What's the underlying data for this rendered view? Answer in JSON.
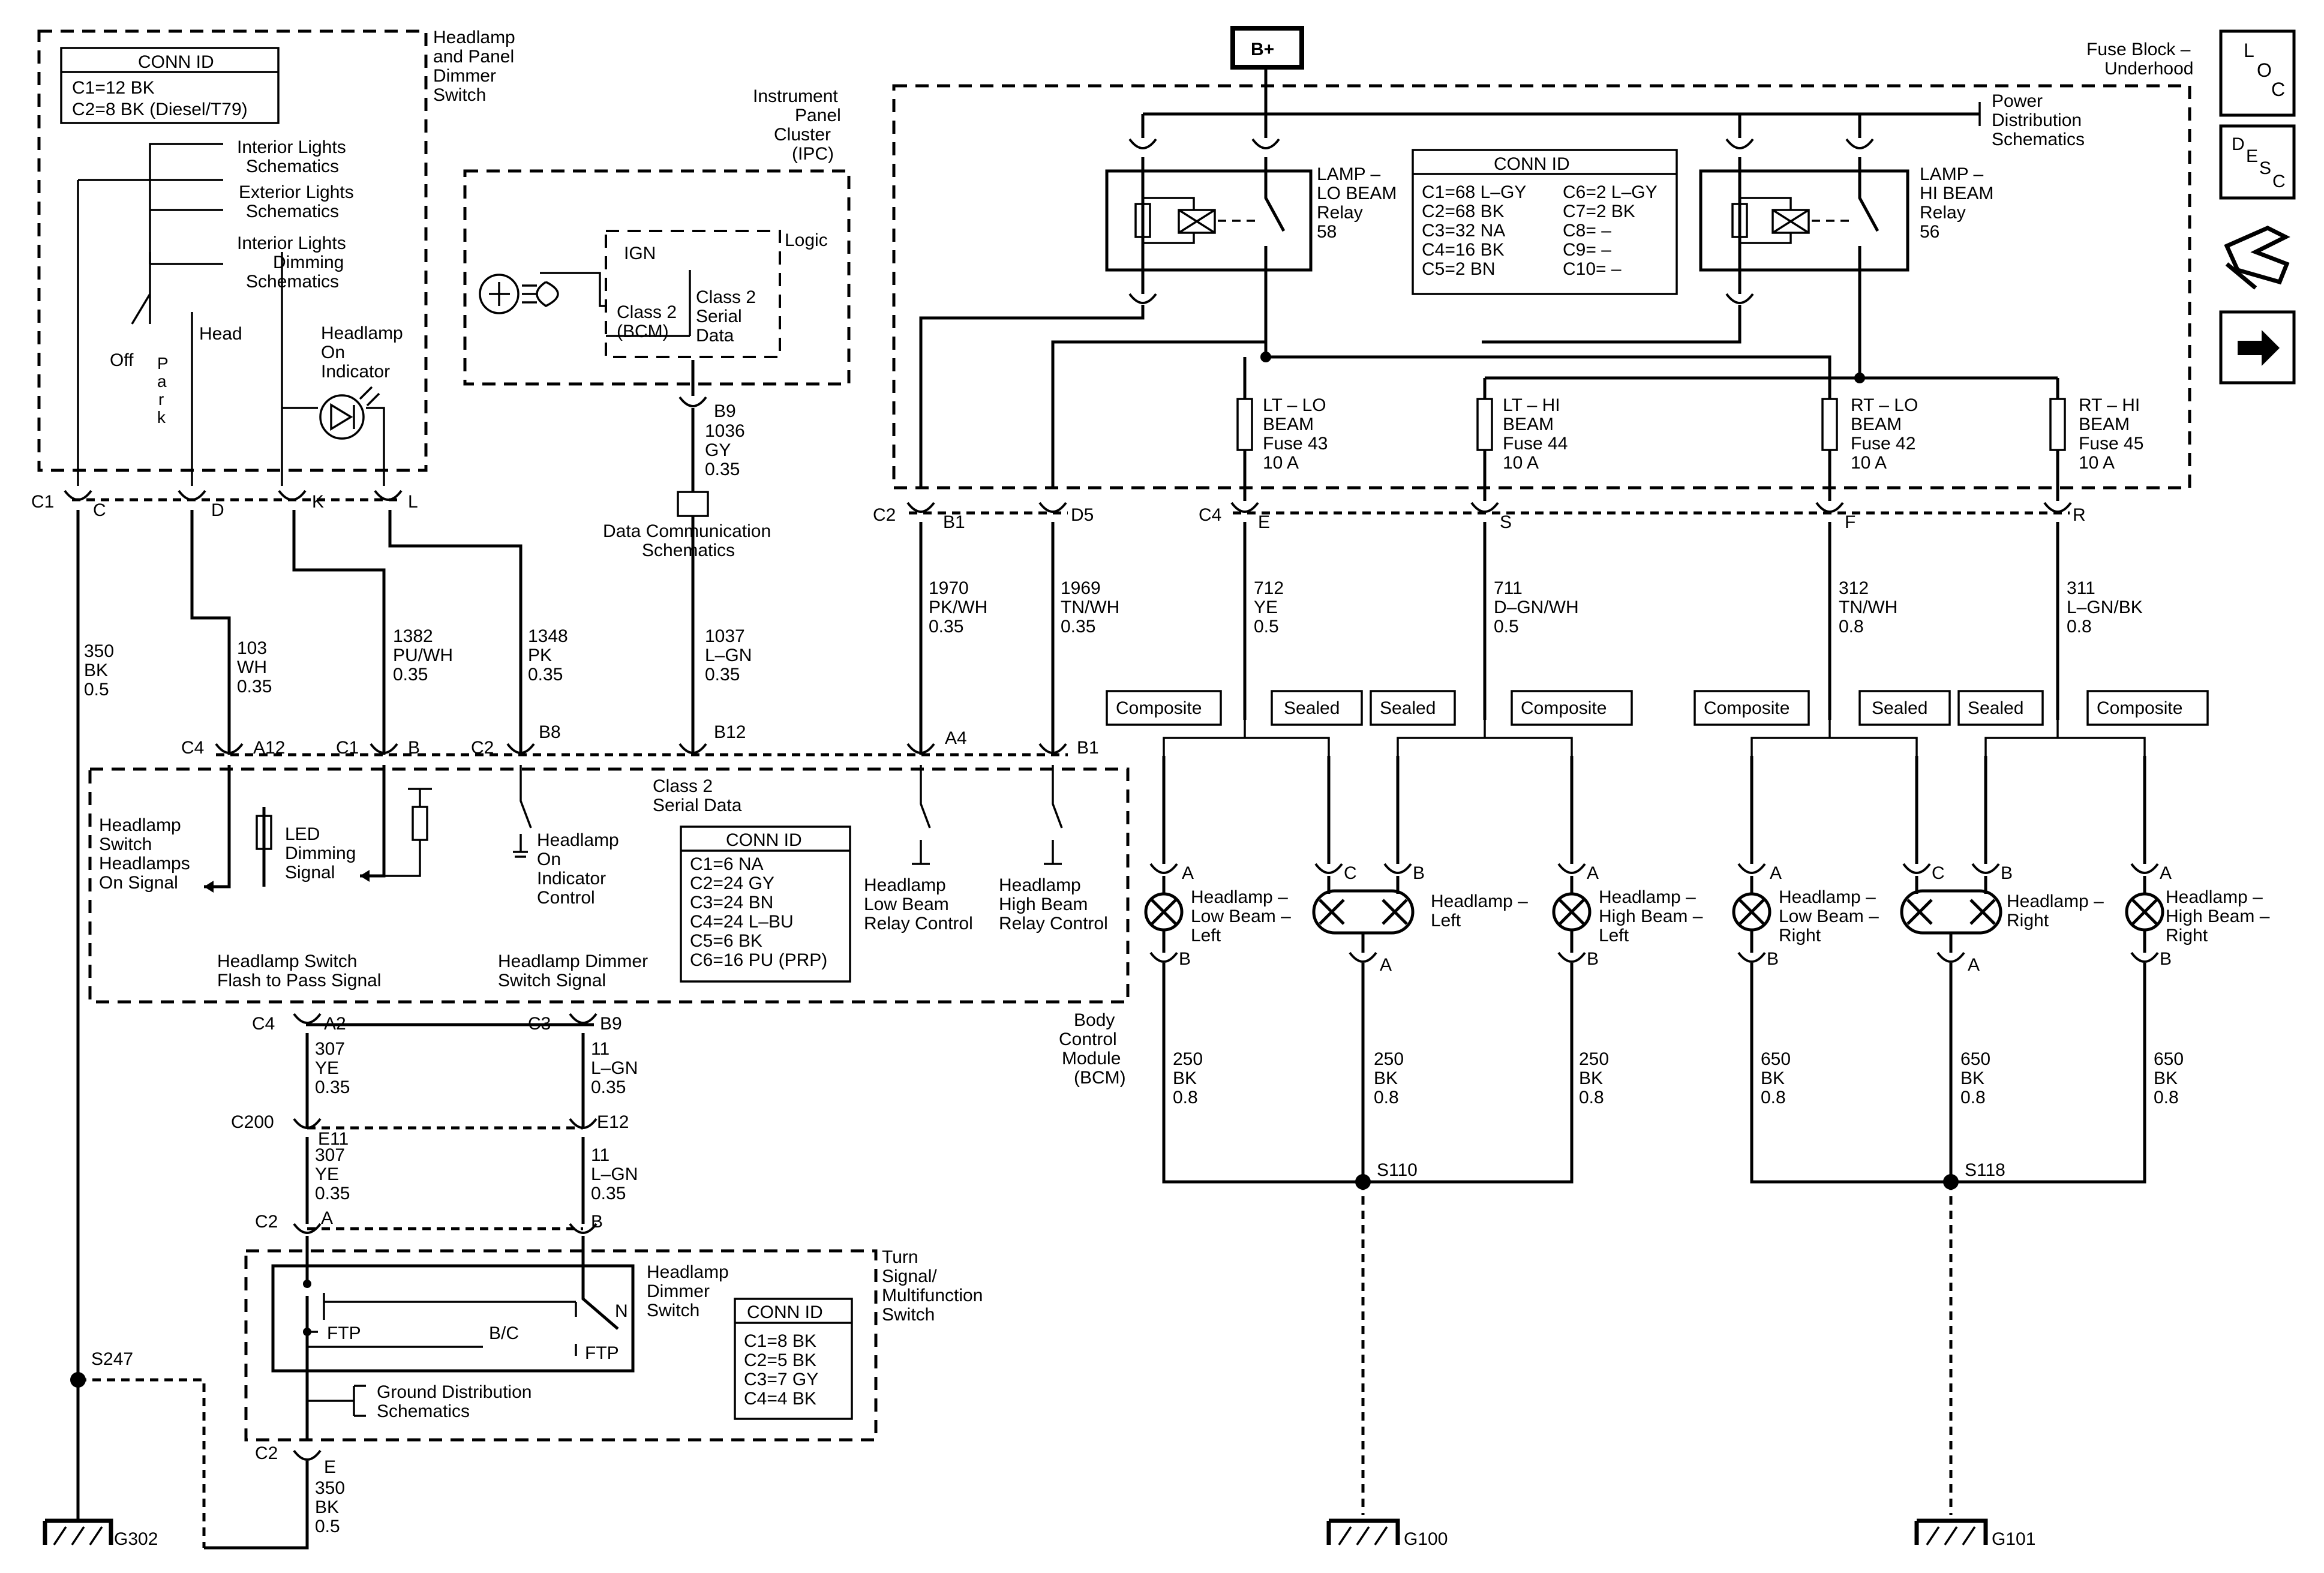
{
  "top": {
    "bplus": "B+",
    "fuse_block": [
      "Fuse Block –",
      "Underhood"
    ],
    "power_dist": [
      "Power",
      "Distribution",
      "Schematics"
    ]
  },
  "side_icons": [
    "loc-icon",
    "desc-icon",
    "connector-icon",
    "next-arrow-icon"
  ],
  "side_icon_text": {
    "loc": [
      "L",
      "O",
      "C"
    ],
    "desc": [
      "D",
      "E",
      "S",
      "C"
    ]
  },
  "switch_block": {
    "title": [
      "Headlamp",
      "and Panel",
      "Dimmer",
      "Switch"
    ],
    "conn_id": {
      "header": "CONN ID",
      "lines": [
        "C1=12 BK",
        "C2=8 BK (Diesel/T79)"
      ]
    },
    "refs": [
      "Interior Lights",
      "Schematics",
      "Exterior Lights",
      "Schematics",
      "Interior Lights",
      "Dimming",
      "Schematics"
    ],
    "positions": {
      "off": "Off",
      "park": [
        "P",
        "a",
        "r",
        "k"
      ],
      "head": "Head"
    },
    "indicator": [
      "Headlamp",
      "On",
      "Indicator"
    ],
    "pins": {
      "c1": "C1",
      "c": "C",
      "d": "D",
      "k": "K",
      "l": "L"
    }
  },
  "ipc": {
    "title": [
      "Instrument",
      "Panel",
      "Cluster",
      "(IPC)"
    ],
    "logic": "Logic",
    "ign": "IGN",
    "class2_bcm": [
      "Class 2",
      "(BCM)"
    ],
    "class2_serial": [
      "Class 2",
      "Serial",
      "Data"
    ],
    "pin": "B9",
    "wire": [
      "1036",
      "GY",
      "0.35"
    ],
    "data_comm": [
      "Data Communication",
      "Schematics"
    ],
    "wire2": [
      "1037",
      "L–GN",
      "0.35"
    ]
  },
  "fuse_block": {
    "lo_relay": [
      "LAMP –",
      "LO BEAM",
      "Relay",
      "58"
    ],
    "hi_relay": [
      "LAMP –",
      "HI BEAM",
      "Relay",
      "56"
    ],
    "conn_id": {
      "header": "CONN ID",
      "left": [
        "C1=68 L–GY",
        "C2=68 BK",
        "C3=32 NA",
        "C4=16 BK",
        "C5=2 BN"
      ],
      "right": [
        "C6=2 L–GY",
        "C7=2 BK",
        "C8= –",
        "C9= –",
        "C10= –"
      ]
    },
    "fuses": [
      {
        "lines": [
          "LT – LO",
          "BEAM",
          "Fuse 43",
          "10 A"
        ]
      },
      {
        "lines": [
          "LT – HI",
          "BEAM",
          "Fuse 44",
          "10 A"
        ]
      },
      {
        "lines": [
          "RT – LO",
          "BEAM",
          "Fuse 42",
          "10 A"
        ]
      },
      {
        "lines": [
          "RT – HI",
          "BEAM",
          "Fuse 45",
          "10 A"
        ]
      }
    ],
    "pins": {
      "c2": "C2",
      "b1": "B1",
      "d5": "D5",
      "c4": "C4",
      "e": "E",
      "s": "S",
      "f": "F",
      "r": "R"
    }
  },
  "wires": {
    "w350": [
      "350",
      "BK",
      "0.5"
    ],
    "w103": [
      "103",
      "WH",
      "0.35"
    ],
    "w1382": [
      "1382",
      "PU/WH",
      "0.35"
    ],
    "w1348": [
      "1348",
      "PK",
      "0.35"
    ],
    "w1970": [
      "1970",
      "PK/WH",
      "0.35"
    ],
    "w1969": [
      "1969",
      "TN/WH",
      "0.35"
    ],
    "w712": [
      "712",
      "YE",
      "0.5"
    ],
    "w711": [
      "711",
      "D–GN/WH",
      "0.5"
    ],
    "w312": [
      "312",
      "TN/WH",
      "0.8"
    ],
    "w311": [
      "311",
      "L–GN/BK",
      "0.8"
    ]
  },
  "bcm": {
    "title": [
      "Body",
      "Control",
      "Module",
      "(BCM)"
    ],
    "pins": {
      "c4": "C4",
      "a12": "A12",
      "c1": "C1",
      "b": "B",
      "c2": "C2",
      "b8": "B8",
      "b12": "B12",
      "a4": "A4",
      "b1": "B1"
    },
    "class2": [
      "Class 2",
      "Serial Data"
    ],
    "labels": {
      "hs_signal": [
        "Headlamp",
        "Switch",
        "Headlamps",
        "On Signal"
      ],
      "led": [
        "LED",
        "Dimming",
        "Signal"
      ],
      "indicator_ctrl": [
        "Headlamp",
        "On",
        "Indicator",
        "Control"
      ],
      "low_relay": [
        "Headlamp",
        "Low Beam",
        "Relay Control"
      ],
      "high_relay": [
        "Headlamp",
        "High Beam",
        "Relay Control"
      ],
      "flash": [
        "Headlamp Switch",
        "Flash to Pass Signal"
      ],
      "dimmer": [
        "Headlamp Dimmer",
        "Switch Signal"
      ]
    },
    "conn_id": {
      "header": "CONN ID",
      "lines": [
        "C1=6 NA",
        "C2=24 GY",
        "C3=24 BN",
        "C4=24 L–BU",
        "C5=6 BK",
        "C6=16 PU (PRP)"
      ]
    }
  },
  "lower_left": {
    "c4": "C4",
    "a2": "A2",
    "c3": "C3",
    "b9": "B9",
    "w307": [
      "307",
      "YE",
      "0.35"
    ],
    "w11": [
      "11",
      "L–GN",
      "0.35"
    ],
    "c200": "C200",
    "e11": "E11",
    "e12": "E12",
    "c2": "C2",
    "a": "A",
    "b": "B",
    "turn_signal": [
      "Turn",
      "Signal/",
      "Multifunction",
      "Switch"
    ],
    "dimmer_switch": [
      "Headlamp",
      "Dimmer",
      "Switch"
    ],
    "ftp": "FTP",
    "bc": "B/C",
    "n": "N",
    "ftp2": "FTP",
    "ground_dist": [
      "Ground Distribution",
      "Schematics"
    ],
    "conn_id": {
      "header": "CONN ID",
      "lines": [
        "C1=8 BK",
        "C2=5 BK",
        "C3=7 GY",
        "C4=4 BK"
      ]
    },
    "c2e": "C2",
    "e": "E",
    "w350b": [
      "350",
      "BK",
      "0.5"
    ],
    "s247": "S247",
    "g302": "G302"
  },
  "lamps": {
    "composite": "Composite",
    "sealed": "Sealed",
    "left_low": [
      "Headlamp –",
      "Low Beam –",
      "Left"
    ],
    "left_sealed": [
      "Headlamp –",
      "Left"
    ],
    "left_high": [
      "Headlamp –",
      "High Beam –",
      "Left"
    ],
    "right_low": [
      "Headlamp –",
      "Low Beam –",
      "Right"
    ],
    "right_sealed": [
      "Headlamp –",
      "Right"
    ],
    "right_high": [
      "Headlamp –",
      "High Beam –",
      "Right"
    ],
    "a": "A",
    "b": "B",
    "c": "C",
    "w250": [
      "250",
      "BK",
      "0.8"
    ],
    "w650": [
      "650",
      "BK",
      "0.8"
    ],
    "s110": "S110",
    "s118": "S118",
    "g100": "G100",
    "g101": "G101"
  }
}
